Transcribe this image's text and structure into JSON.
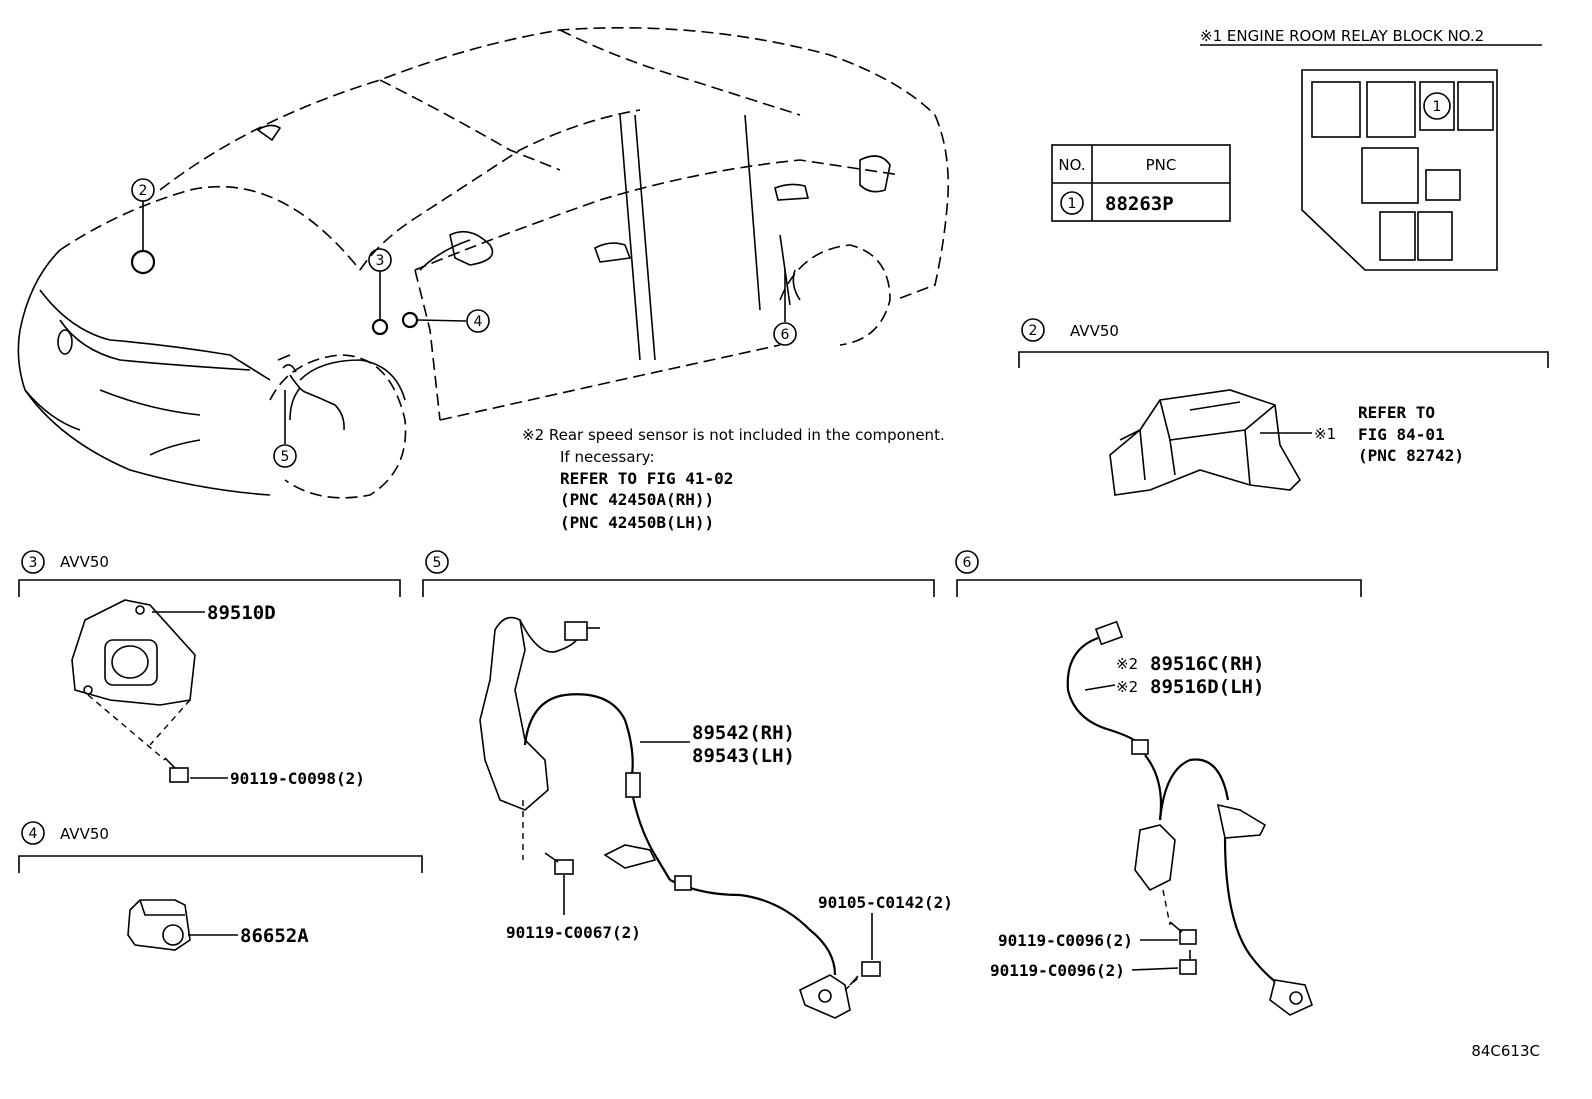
{
  "relay_block": {
    "title": "※1  ENGINE ROOM RELAY BLOCK NO.2",
    "marker": "1"
  },
  "pnc_table": {
    "header_no": "NO.",
    "header_pnc": "PNC",
    "row_no": "1",
    "row_pnc": "88263P"
  },
  "callouts": [
    "2",
    "3",
    "4",
    "5",
    "6"
  ],
  "note": {
    "line1": "※2 Rear speed sensor is not included in the component.",
    "line2": "If necessary:",
    "line3": "REFER TO FIG 41-02",
    "line4": "(PNC 42450A(RH))",
    "line5": "(PNC 42450B(LH))"
  },
  "section2": {
    "num": "2",
    "title": "AVV50",
    "ref_mark": "※1",
    "ref1": "REFER TO",
    "ref2": "FIG 84-01",
    "ref3": "(PNC 82742)"
  },
  "section3": {
    "num": "3",
    "title": "AVV50",
    "part": "89510D",
    "bolt": "90119-C0098(2)"
  },
  "section4": {
    "num": "4",
    "title": "AVV50",
    "part": "86652A"
  },
  "section5": {
    "num": "5",
    "part_rh": "89542(RH)",
    "part_lh": "89543(LH)",
    "bolt1": "90119-C0067(2)",
    "bolt2": "90105-C0142(2)"
  },
  "section6": {
    "num": "6",
    "mark1": "※2",
    "part_rh": "89516C(RH)",
    "mark2": "※2",
    "part_lh": "89516D(LH)",
    "bolt1": "90119-C0096(2)",
    "bolt2": "90119-C0096(2)"
  },
  "figure_code": "84C613C"
}
